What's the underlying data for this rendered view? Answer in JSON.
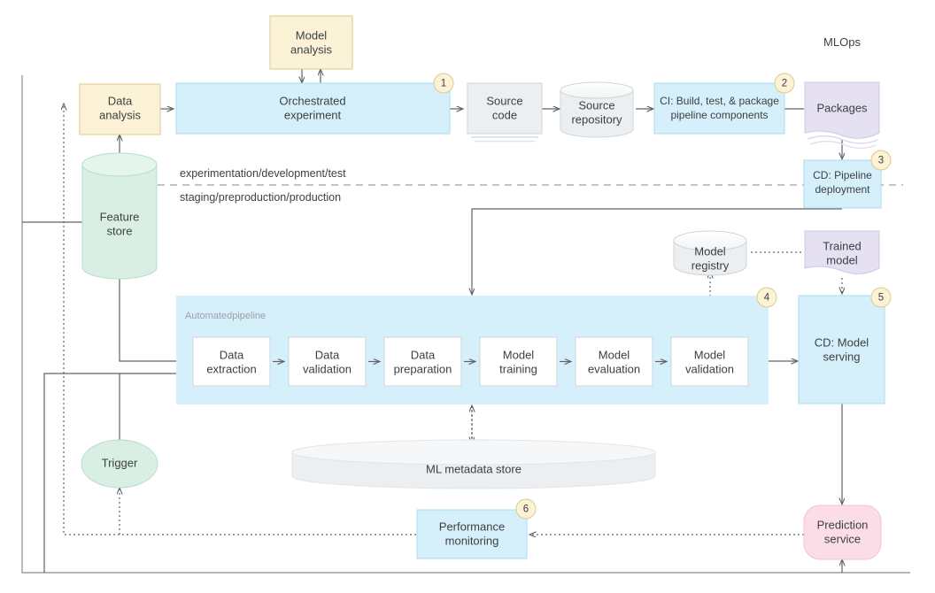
{
  "diagram": {
    "title": "MLOps",
    "group_label": "Automatedpipeline",
    "band_labels": {
      "upper": "experimentation/development/test",
      "lower": "staging/preproduction/production"
    }
  },
  "colors": {
    "yellow_fill": "#fcf3d7",
    "yellow_stroke": "#dcc98e",
    "blue_fill": "#d6f0fb",
    "blue_stroke": "#a8dcf0",
    "grey_fill": "#eceff1",
    "grey_stroke": "#cfd4d8",
    "purple_fill": "#e6e1f2",
    "purple_stroke": "#cfc7e4",
    "green_fill": "#d9efe4",
    "green_stroke": "#b6dccb",
    "pink_fill": "#fadde6",
    "pink_stroke": "#f2c3d3",
    "white_fill": "#ffffff",
    "white_stroke": "#cfd4d8",
    "badge_fill": "#fcf3d7",
    "badge_stroke": "#dcc98e",
    "line": "#5f6368",
    "frame": "#9e9e9e"
  },
  "nodes": {
    "model_analysis": {
      "label_l1": "Model",
      "label_l2": "analysis",
      "shape": "rect",
      "color": "yellow"
    },
    "data_analysis": {
      "label_l1": "Data",
      "label_l2": "analysis",
      "shape": "rect",
      "color": "yellow"
    },
    "orchestrated_experiment": {
      "label_l1": "Orchestrated",
      "label_l2": "experiment",
      "shape": "rect",
      "color": "blue"
    },
    "source_code": {
      "label_l1": "Source",
      "label_l2": "code",
      "shape": "document-stack",
      "color": "grey"
    },
    "source_repository": {
      "label_l1": "Source",
      "label_l2": "repository",
      "shape": "cylinder",
      "color": "grey"
    },
    "ci_build": {
      "label_l1": "CI: Build, test, & package",
      "label_l2": "pipeline components",
      "shape": "rect",
      "color": "blue"
    },
    "packages": {
      "label_l1": "Packages",
      "label_l2": "",
      "shape": "document-wave",
      "color": "purple"
    },
    "cd_pipeline_deployment": {
      "label_l1": "CD: Pipeline",
      "label_l2": "deployment",
      "shape": "rect",
      "color": "blue"
    },
    "feature_store": {
      "label_l1": "Feature",
      "label_l2": "store",
      "shape": "cylinder",
      "color": "green"
    },
    "model_registry": {
      "label_l1": "Model",
      "label_l2": "registry",
      "shape": "cylinder",
      "color": "grey"
    },
    "trained_model": {
      "label_l1": "Trained",
      "label_l2": "model",
      "shape": "document-wave",
      "color": "purple"
    },
    "cd_model_serving": {
      "label_l1": "CD: Model",
      "label_l2": "serving",
      "shape": "rect",
      "color": "blue"
    },
    "trigger": {
      "label_l1": "Trigger",
      "label_l2": "",
      "shape": "ellipse",
      "color": "green"
    },
    "ml_metadata_store": {
      "label_l1": "ML metadata store",
      "label_l2": "",
      "shape": "flat-cylinder",
      "color": "grey"
    },
    "performance_monitoring": {
      "label_l1": "Performance",
      "label_l2": "monitoring",
      "shape": "rect",
      "color": "blue"
    },
    "prediction_service": {
      "label_l1": "Prediction",
      "label_l2": "service",
      "shape": "rounded",
      "color": "pink"
    }
  },
  "pipeline_steps": [
    {
      "label_l1": "Data",
      "label_l2": "extraction"
    },
    {
      "label_l1": "Data",
      "label_l2": "validation"
    },
    {
      "label_l1": "Data",
      "label_l2": "preparation"
    },
    {
      "label_l1": "Model",
      "label_l2": "training"
    },
    {
      "label_l1": "Model",
      "label_l2": "evaluation"
    },
    {
      "label_l1": "Model",
      "label_l2": "validation"
    }
  ],
  "badges": [
    {
      "n": "1",
      "attached_to": "orchestrated-experiment"
    },
    {
      "n": "2",
      "attached_to": "ci-build"
    },
    {
      "n": "3",
      "attached_to": "cd-pipeline-deployment"
    },
    {
      "n": "4",
      "attached_to": "automated-pipeline"
    },
    {
      "n": "5",
      "attached_to": "cd-model-serving"
    },
    {
      "n": "6",
      "attached_to": "performance-monitoring"
    }
  ]
}
